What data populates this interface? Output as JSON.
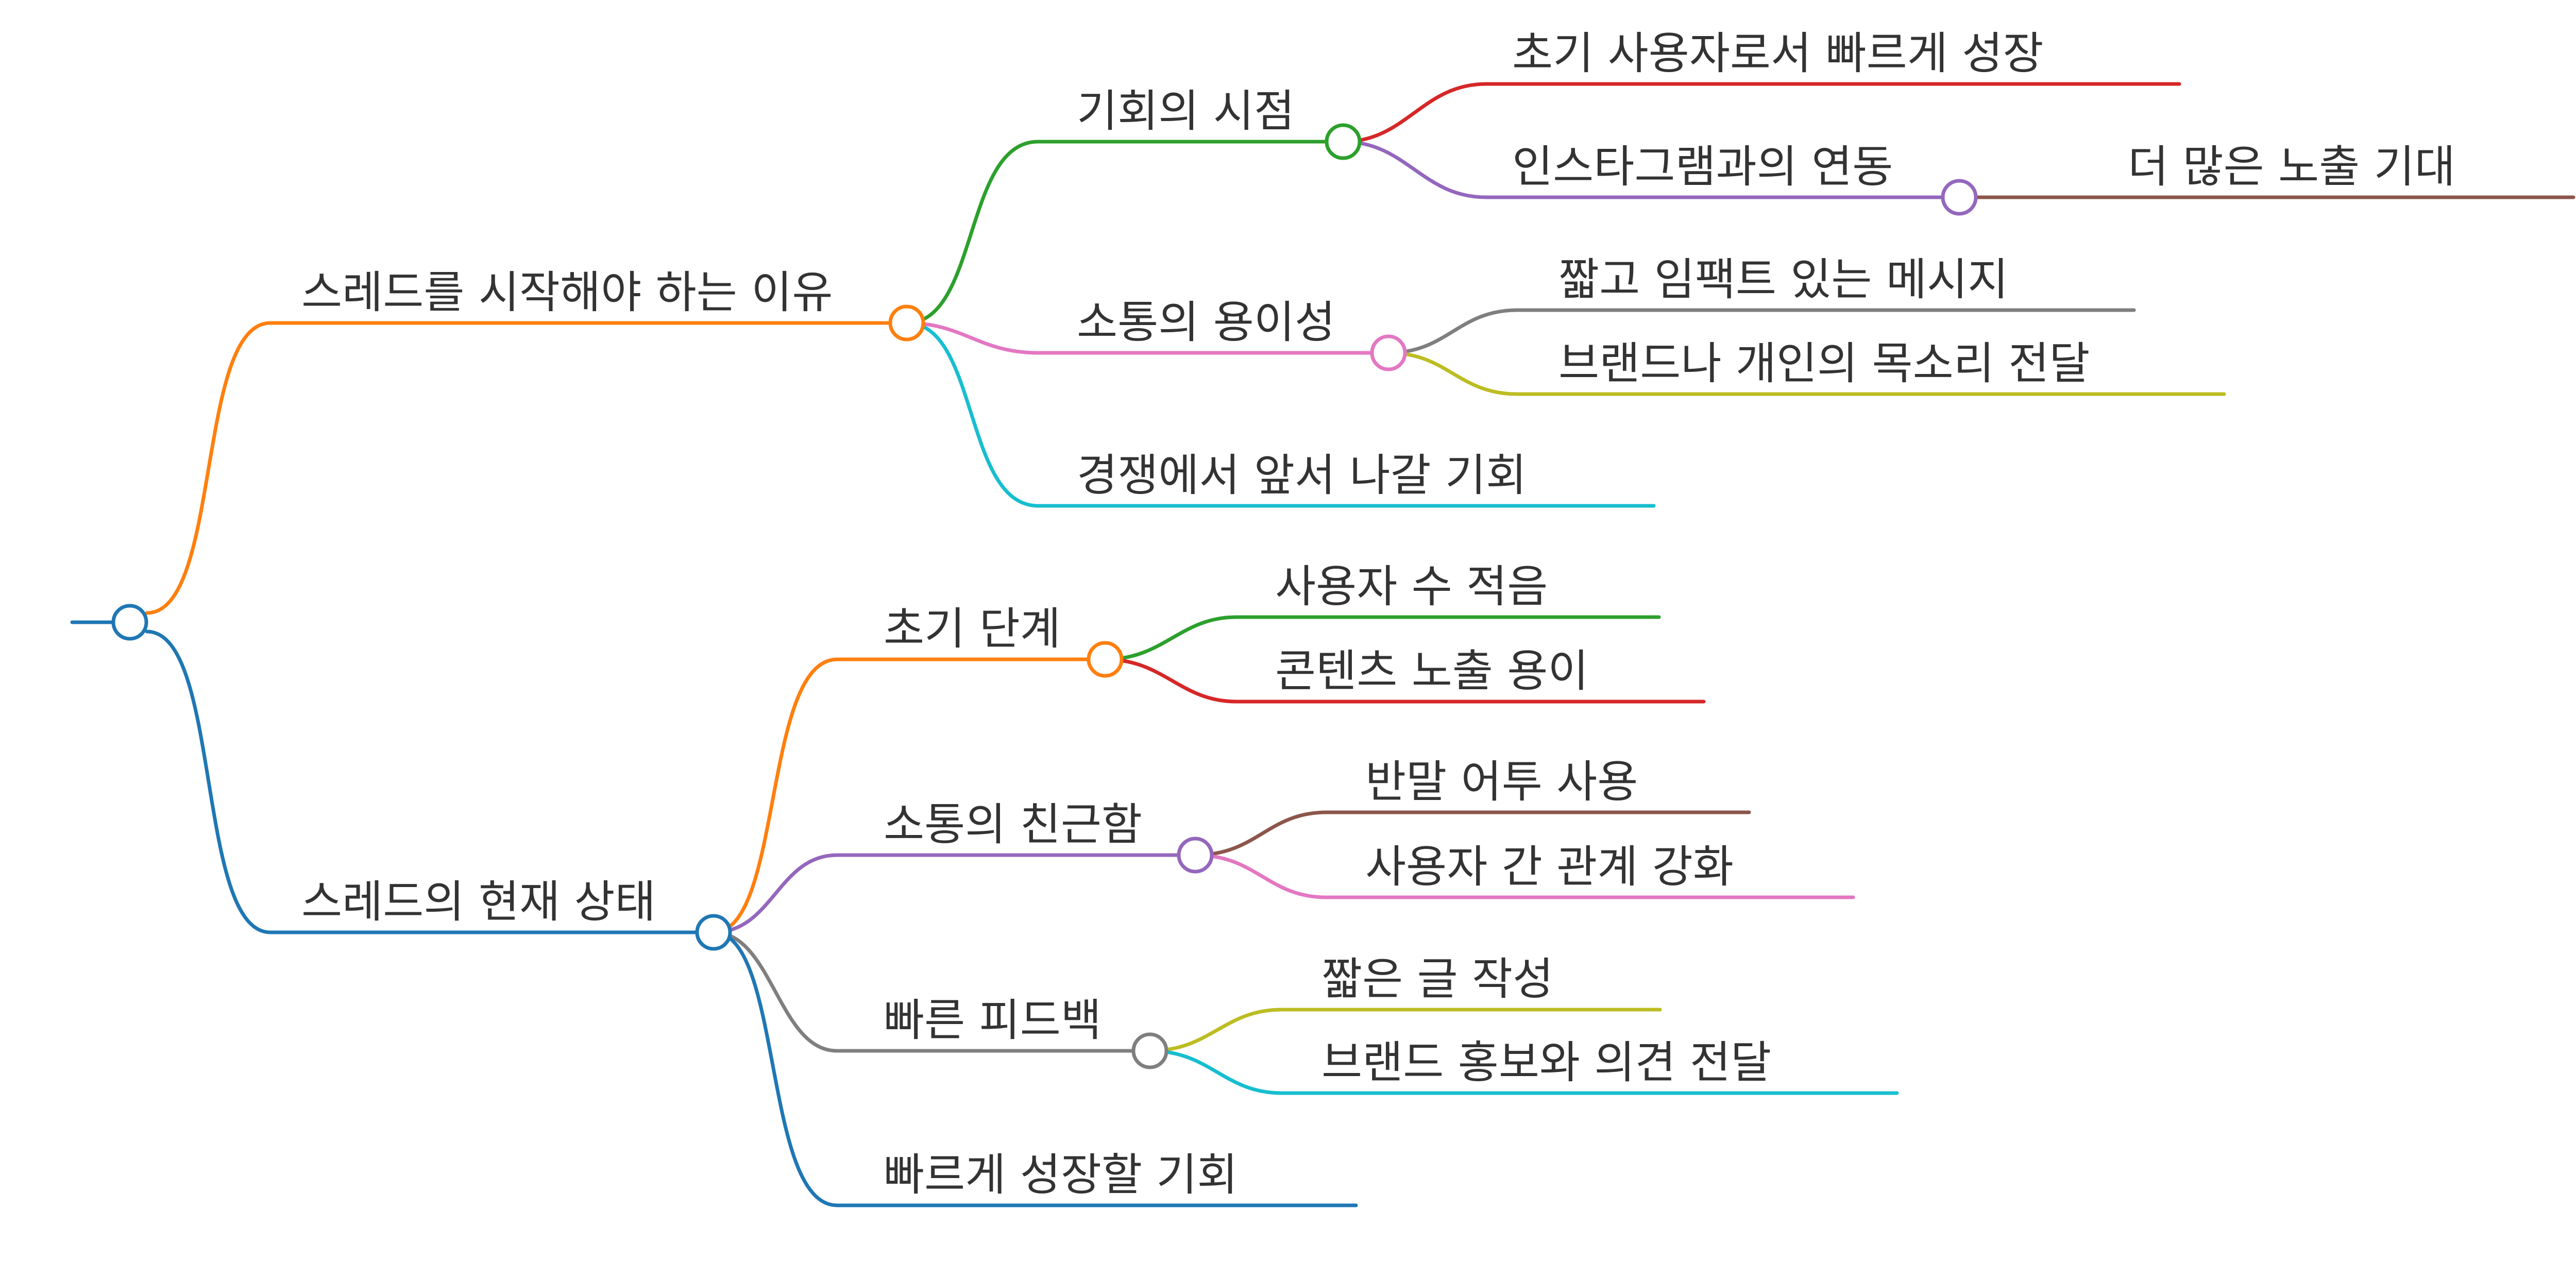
{
  "colors": {
    "blue": "#1f77b4",
    "orange": "#ff7f0e",
    "green": "#2ca02c",
    "red": "#d62728",
    "purple": "#9467bd",
    "brown": "#8c564b",
    "pink": "#e377c2",
    "gray": "#7f7f7f",
    "olive": "#bcbd22",
    "cyan": "#17becf",
    "text": "#333333"
  },
  "mindmap": {
    "branches": [
      {
        "label": "스레드를 시작해야 하는 이유",
        "children": [
          {
            "label": "기회의 시점",
            "children": [
              {
                "label": "초기 사용자로서 빠르게 성장"
              },
              {
                "label": "인스타그램과의 연동",
                "children": [
                  {
                    "label": "더 많은 노출 기대"
                  }
                ]
              }
            ]
          },
          {
            "label": "소통의 용이성",
            "children": [
              {
                "label": "짧고 임팩트 있는 메시지"
              },
              {
                "label": "브랜드나 개인의 목소리 전달"
              }
            ]
          },
          {
            "label": "경쟁에서 앞서 나갈 기회"
          }
        ]
      },
      {
        "label": "스레드의 현재 상태",
        "children": [
          {
            "label": "초기 단계",
            "children": [
              {
                "label": "사용자 수 적음"
              },
              {
                "label": "콘텐츠 노출 용이"
              }
            ]
          },
          {
            "label": "소통의 친근함",
            "children": [
              {
                "label": "반말 어투 사용"
              },
              {
                "label": "사용자 간 관계 강화"
              }
            ]
          },
          {
            "label": "빠른 피드백",
            "children": [
              {
                "label": "짧은 글 작성"
              },
              {
                "label": "브랜드 홍보와 의견 전달"
              }
            ]
          },
          {
            "label": "빠르게 성장할 기회"
          }
        ]
      }
    ]
  }
}
